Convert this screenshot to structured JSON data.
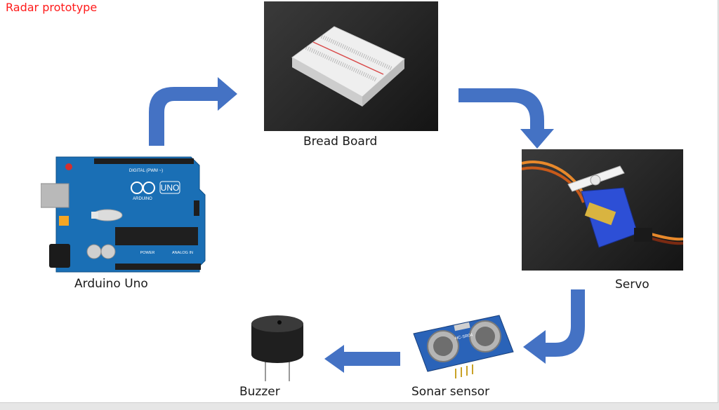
{
  "title": "Radar prototype",
  "nodes": {
    "arduino": {
      "label": "Arduino Uno",
      "board_text_digital": "DIGITAL (PWM ~)",
      "board_text_brand": "UNO",
      "board_text_sub": "ARDUINO",
      "board_text_power": "POWER",
      "board_text_analog": "ANALOG IN"
    },
    "breadboard": {
      "label": "Bread Board"
    },
    "servo": {
      "label": "Servo"
    },
    "sonar": {
      "label": "Sonar sensor",
      "module_text": "HC-SR04"
    },
    "buzzer": {
      "label": "Buzzer"
    }
  },
  "colors": {
    "title": "#ff1a1a",
    "arrow": "#4472c4",
    "board": "#1a6fb5",
    "servo_body": "#2d4fd6",
    "sonar_pcb": "#2a63b8"
  }
}
